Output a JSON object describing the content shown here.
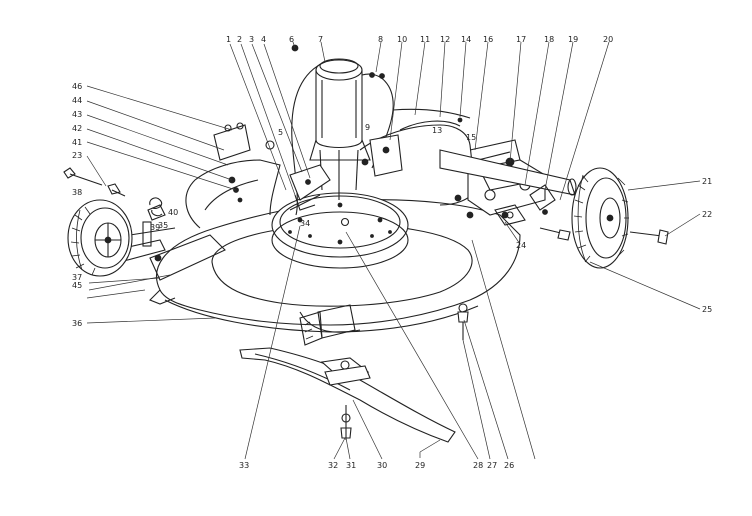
{
  "callouts": [
    "1",
    "2",
    "3",
    "4",
    "5",
    "6",
    "7",
    "8",
    "9",
    "10",
    "11",
    "12",
    "13",
    "14",
    "15",
    "16",
    "17",
    "18",
    "19",
    "20",
    "21",
    "22",
    "23",
    "24",
    "25",
    "26",
    "27",
    "28",
    "29",
    "30",
    "31",
    "32",
    "33",
    "34",
    "35",
    "36",
    "37",
    "38",
    "39",
    "40",
    "41",
    "42",
    "43",
    "44",
    "45",
    "46"
  ],
  "colors": {
    "ink": "#222222",
    "paper": "#ffffff"
  }
}
